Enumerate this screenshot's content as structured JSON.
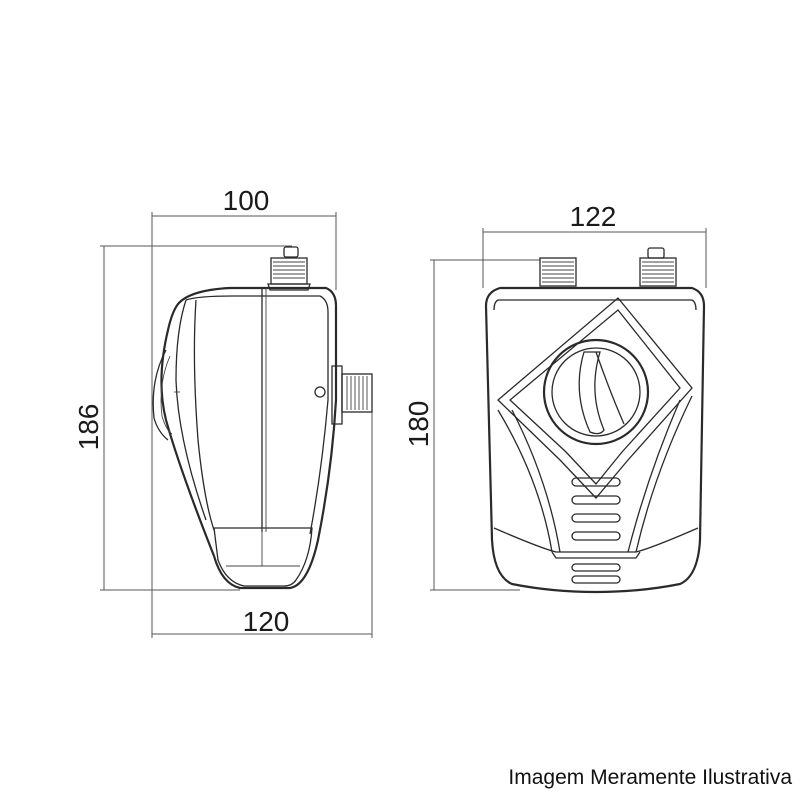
{
  "side_view": {
    "width_top": "100",
    "width_bottom": "120",
    "height": "186"
  },
  "front_view": {
    "width_top": "122",
    "height": "180"
  },
  "caption": "Imagem Meramente Ilustrativa",
  "icons": [
    "water-heater-side-view-drawing",
    "water-heater-front-view-drawing"
  ],
  "colors": {
    "line": "#2a2a2a",
    "background": "#ffffff"
  }
}
